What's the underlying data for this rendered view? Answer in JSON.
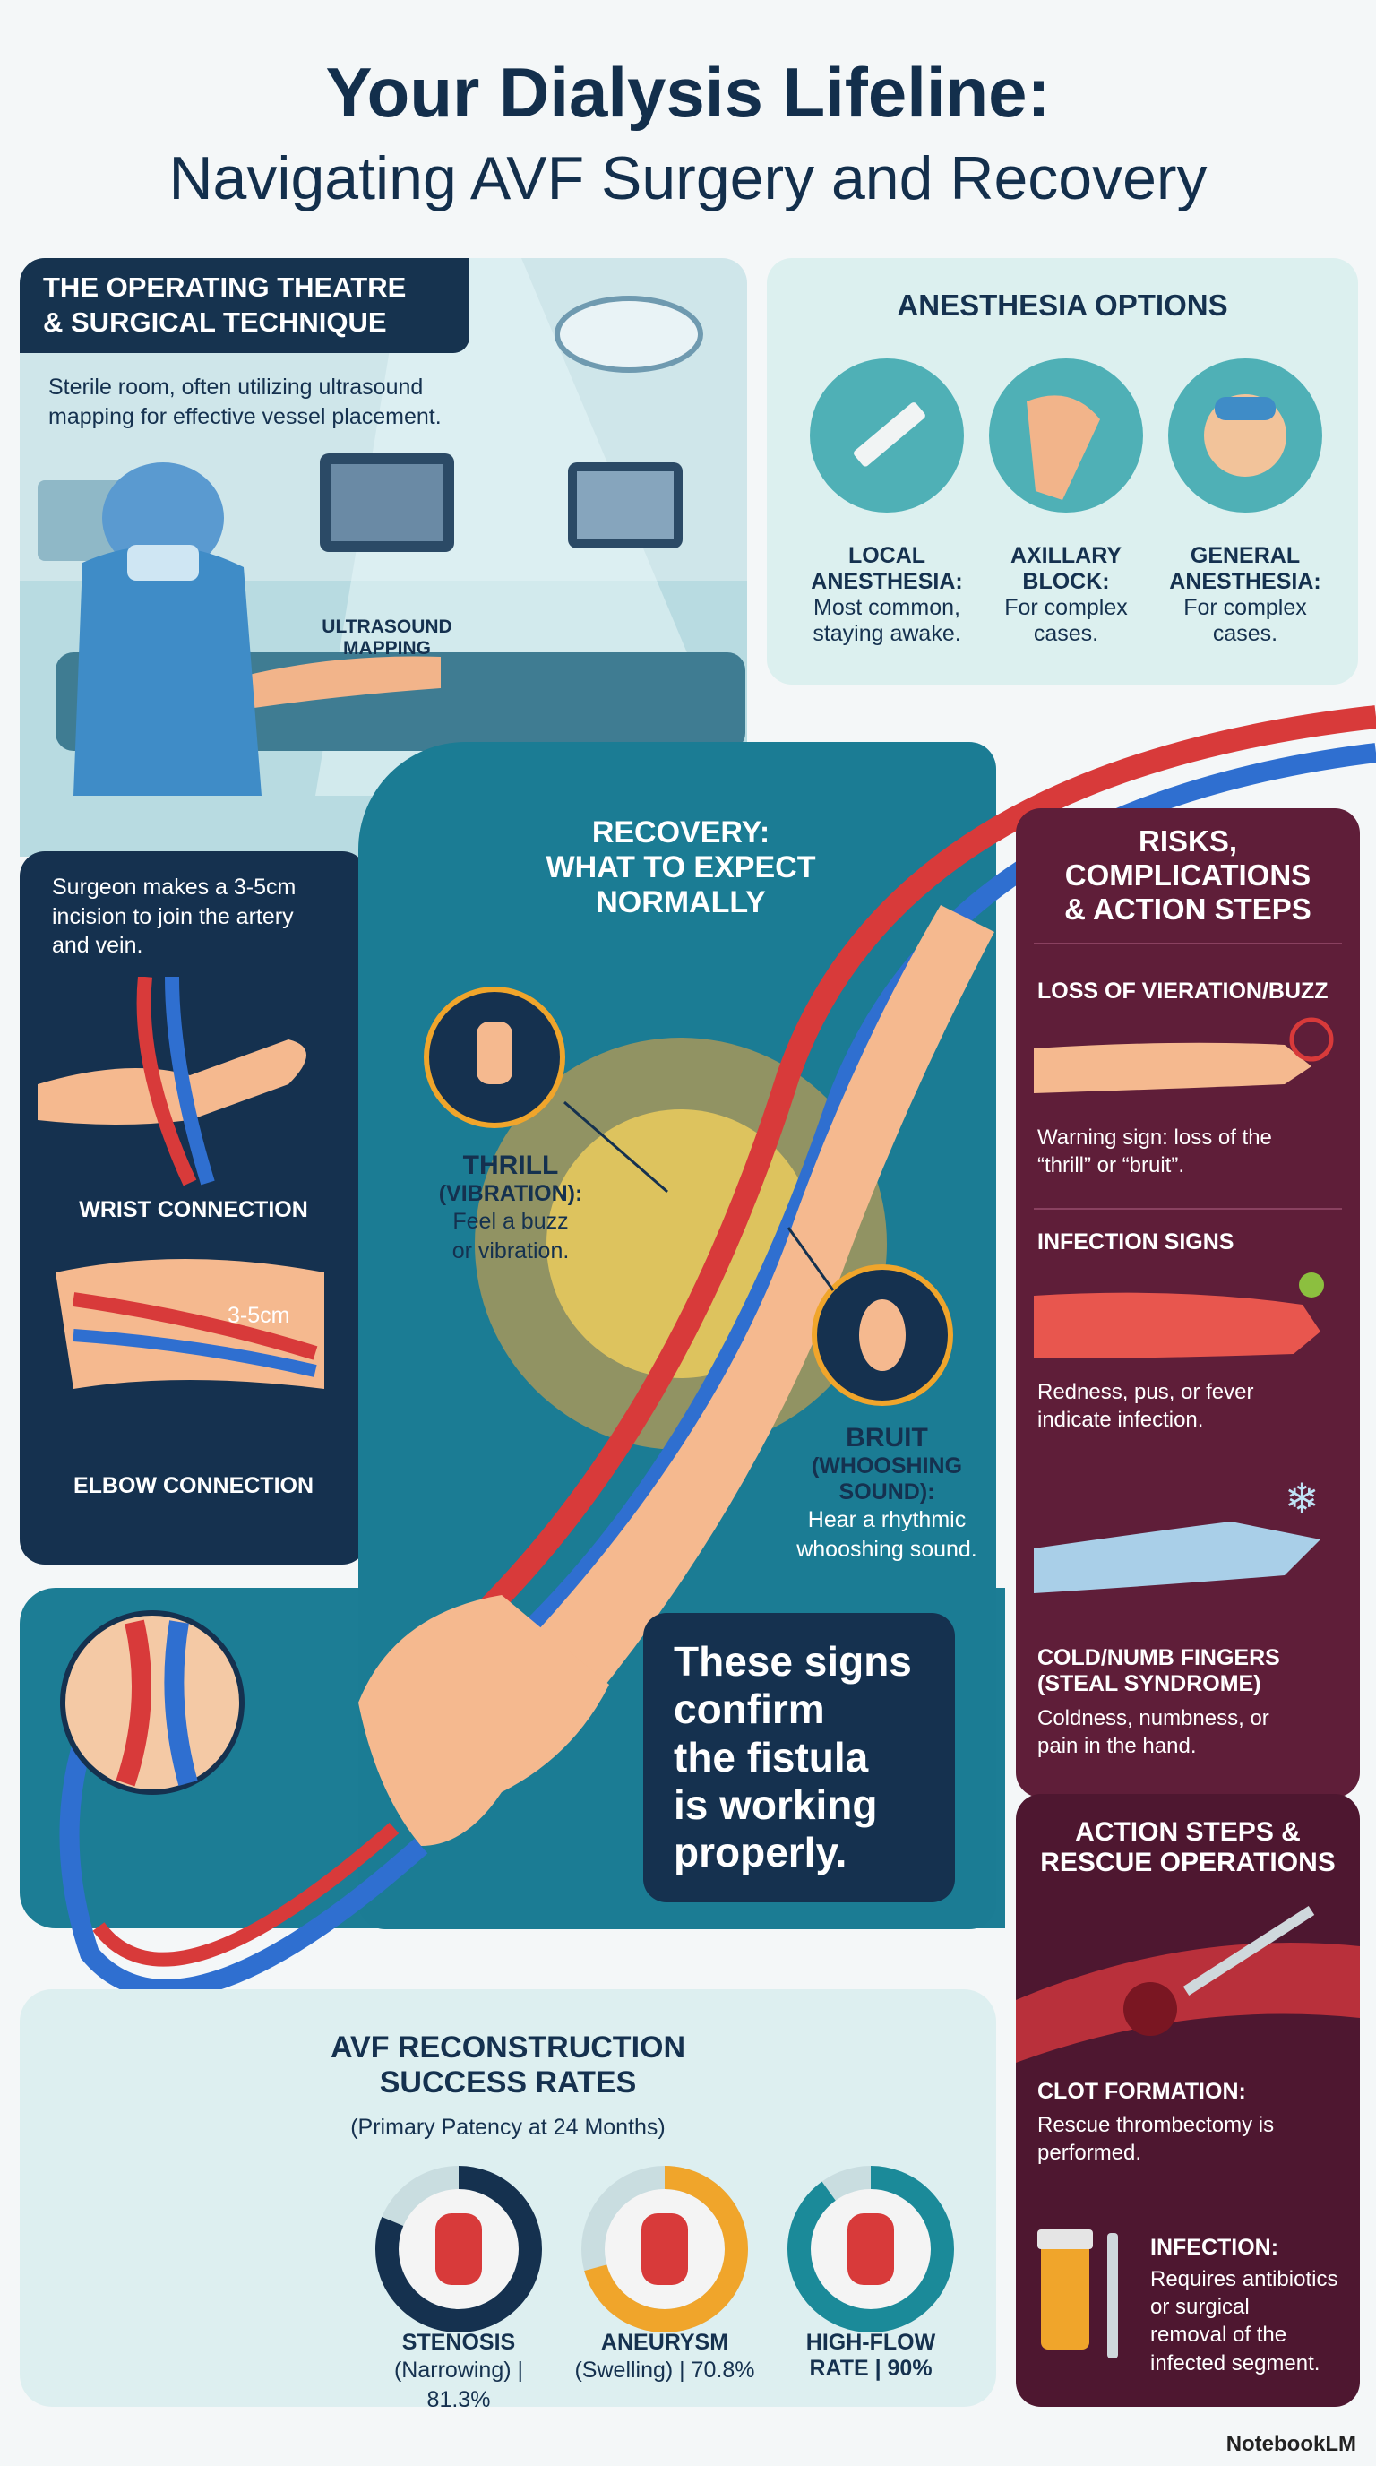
{
  "header": {
    "title": "Your Dialysis Lifeline:",
    "subtitle": "Navigating AVF Surgery and Recovery"
  },
  "operating_theatre": {
    "heading_line1": "THE OPERATING THEATRE",
    "heading_line2": "& SURGICAL TECHNIQUE",
    "description_line1": "Sterile room, often utilizing ultrasound",
    "description_line2": "mapping for effective vessel placement.",
    "monitor_label_line1": "ULTRASOUND",
    "monitor_label_line2": "MAPPING"
  },
  "anesthesia": {
    "heading": "ANESTHESIA OPTIONS",
    "options": [
      {
        "title_line1": "LOCAL",
        "title_line2": "ANESTHESIA:",
        "desc_line1": "Most common,",
        "desc_line2": "staying awake.",
        "icon": "syringe-icon"
      },
      {
        "title_line1": "AXILLARY",
        "title_line2": "BLOCK:",
        "desc_line1": "For complex",
        "desc_line2": "cases.",
        "icon": "shoulder-nerve-icon"
      },
      {
        "title_line1": "GENERAL",
        "title_line2": "ANESTHESIA:",
        "desc_line1": "For complex",
        "desc_line2": "cases.",
        "icon": "sleeping-patient-icon"
      }
    ]
  },
  "technique": {
    "description_line1": "Surgeon makes a 3-5cm",
    "description_line2": "incision to join the artery",
    "description_line3": "and vein.",
    "wrist_label": "WRIST CONNECTION",
    "elbow_label": "ELBOW CONNECTION",
    "incision_label": "3-5cm"
  },
  "recovery": {
    "heading_line1": "RECOVERY:",
    "heading_line2": "WHAT TO EXPECT",
    "heading_line3": "NORMALLY",
    "thrill_title_line1": "THRILL",
    "thrill_title_line2": "(VIBRATION):",
    "thrill_desc_line1": "Feel a buzz",
    "thrill_desc_line2": "or vibration.",
    "bruit_title_line1": "BRUIT",
    "bruit_title_line2": "(WHOOSHING",
    "bruit_title_line3": "SOUND):",
    "bruit_desc_line1": "Hear a rhythmic",
    "bruit_desc_line2": "whooshing sound.",
    "confirm_line1": "These signs",
    "confirm_line2": "confirm",
    "confirm_line3": "the fistula",
    "confirm_line4": "is working",
    "confirm_line5": "properly."
  },
  "risks": {
    "heading_line1": "RISKS,",
    "heading_line2": "COMPLICATIONS",
    "heading_line3": "& ACTION STEPS",
    "items": [
      {
        "title_line1": "LOSS OF VIERATION/BUZZ",
        "title_line2": "",
        "desc_line1": "Warning sign: loss of the",
        "desc_line2": "“thrill” or “bruit”."
      },
      {
        "title_line1": "INFECTION SIGNS",
        "title_line2": "",
        "desc_line1": "Redness, pus, or fever",
        "desc_line2": "indicate infection."
      },
      {
        "title_line1": "COLD/NUMB FINGERS",
        "title_line2": "(STEAL SYNDROME)",
        "desc_line1": "Coldness, numbness, or",
        "desc_line2": "pain in the hand."
      }
    ]
  },
  "action_steps": {
    "heading_line1": "ACTION STEPS &",
    "heading_line2": "RESCUE OPERATIONS",
    "clot_title": "CLOT FORMATION:",
    "clot_desc_line1": "Rescue thrombectomy is",
    "clot_desc_line2": "performed.",
    "infection_title": "INFECTION:",
    "infection_desc_line1": "Requires antibiotics",
    "infection_desc_line2": "or surgical",
    "infection_desc_line3": "removal of the",
    "infection_desc_line4": "infected segment."
  },
  "success_rates": {
    "heading_line1": "AVF RECONSTRUCTION",
    "heading_line2": "SUCCESS RATES",
    "subheading": "(Primary Patency at 24 Months)",
    "rates": [
      {
        "label_line1": "STENOSIS",
        "label_line2": "(Narrowing) | 81.3%",
        "value": 81.3,
        "ring_color": "#15314f"
      },
      {
        "label_line1": "ANEURYSM",
        "label_line2": "(Swelling) | 70.8%",
        "value": 70.8,
        "ring_color": "#f0a52b"
      },
      {
        "label_line1": "HIGH-FLOW",
        "label_line2": "RATE | 90%",
        "value": 90,
        "ring_color": "#1b8a99"
      }
    ]
  },
  "brand": "NotebookLM",
  "colors": {
    "navy": "#15314f",
    "teal": "#1b7c94",
    "maroon": "#5f1e39",
    "artery": "#d83a3a",
    "vein": "#2f6fd0",
    "skin": "#f5b98f"
  }
}
